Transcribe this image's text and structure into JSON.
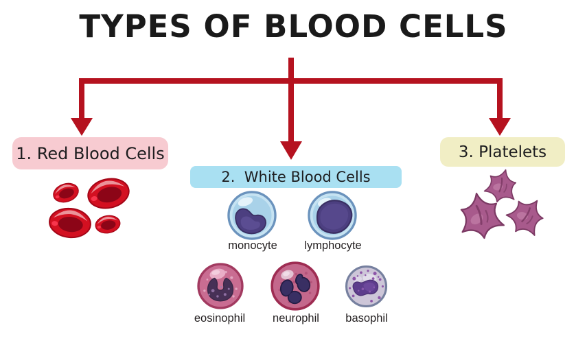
{
  "title": "TYPES OF BLOOD CELLS",
  "branches": [
    {
      "label": "1. Red Blood Cells"
    },
    {
      "label": "2.  White Blood Cells"
    },
    {
      "label": "3. Platelets"
    }
  ],
  "white_blood_cell_types": [
    {
      "name": "monocyte"
    },
    {
      "name": "lymphocyte"
    },
    {
      "name": "eosinophil"
    },
    {
      "name": "neurophil"
    },
    {
      "name": "basophil"
    }
  ],
  "colors": {
    "arrow": "#b5121f",
    "title_text": "#1a1a1a",
    "label_text": "#231f20",
    "box_text": "#1d1d1f",
    "box1_bg": "#f7cbd1",
    "box2_bg": "#a9e0f2",
    "box3_bg": "#f1eec5",
    "rbc_red": "#d31021",
    "rbc_dark": "#8c0517",
    "rbc_edge": "#a30617",
    "wbc_body": "#a9d2e9",
    "wbc_rim": "#c6e3f2",
    "wbc_ring": "#6b93bd",
    "nucleus": "#4c3f80",
    "nucleus_edge": "#3a2f63",
    "eos_body": "#c96d92",
    "eos_ring": "#a23a60",
    "neu_body": "#c4688c",
    "neu_ring": "#9e2c52",
    "neu_nucleus": "#392f63",
    "bas_body": "#cdc6d8",
    "bas_ring": "#76809f",
    "bas_nucleus": "#5d3d8c",
    "platelet_body": "#a85a8c",
    "platelet_edge": "#7c3a64"
  }
}
